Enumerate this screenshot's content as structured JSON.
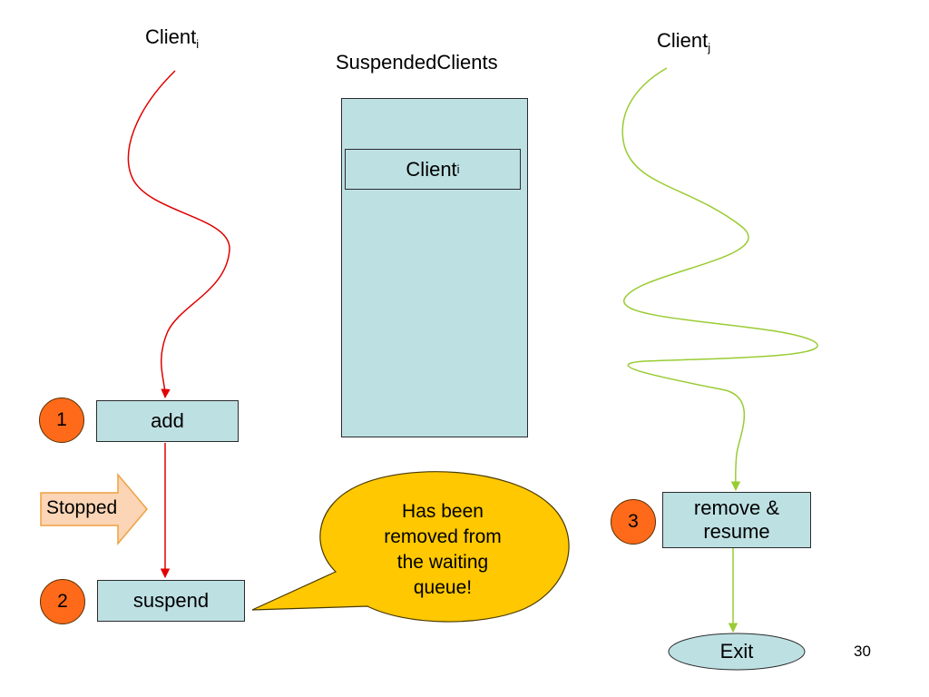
{
  "clients": {
    "left": {
      "name": "Client",
      "sub": "i"
    },
    "right": {
      "name": "Client",
      "sub": "j"
    }
  },
  "queue": {
    "title": "SuspendedClients",
    "item": {
      "name": "Client",
      "sub": "i"
    }
  },
  "steps": [
    {
      "number": "1",
      "label": "add"
    },
    {
      "number": "2",
      "label": "suspend"
    },
    {
      "number": "3",
      "label_line1": "remove &",
      "label_line2": "resume"
    }
  ],
  "stopped_label": "Stopped",
  "callout": {
    "lines": [
      "Has been",
      "removed from",
      "the waiting",
      "queue!"
    ]
  },
  "exit_label": "Exit",
  "page_number": "30",
  "colors": {
    "box_fill": "#bde0e3",
    "badge_fill": "#ff6a1a",
    "callout_fill": "#ffc800",
    "stopped_arrow_fill": "#fbd5b5",
    "left_thread": "#e00000",
    "right_thread": "#99cc33"
  }
}
